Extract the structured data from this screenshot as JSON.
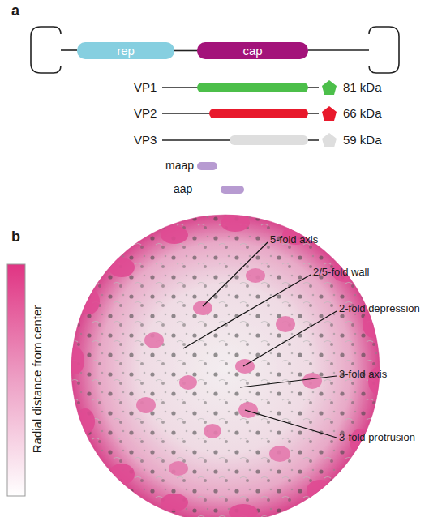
{
  "diagram": {
    "nodes": [
      {
        "text": [
          "rep"
        ]
      },
      {
        "text": [
          "cap"
        ]
      }
    ],
    "edges": [
      {
        "from": 0,
        "to": 1,
        "arrow": "none"
      }
    ],
    "labels": [
      "a",
      "VP1",
      "81 kDa",
      "VP2",
      "66 kDa",
      "VP3",
      "59 kDa",
      "maap",
      "aap",
      "b",
      "5-fold axis",
      "2/5-fold wall",
      "2-fold depression",
      "3-fold axis",
      "3-fold protrusion",
      "Radial distance from center"
    ]
  }
}
